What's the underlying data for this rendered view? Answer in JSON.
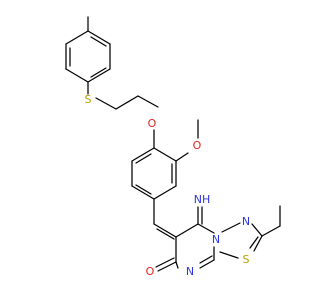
{
  "atoms": {
    "sulfur_thioether": {
      "label": "S",
      "color": "#b8a200"
    },
    "oxygen_ether": {
      "label": "O",
      "color": "#e2241d"
    },
    "oxygen_methoxy": {
      "label": "O",
      "color": "#e2241d"
    },
    "imine_nh": {
      "label": "NH",
      "color": "#2d35e6"
    },
    "nitrogen_ring_a": {
      "label": "N",
      "color": "#2d35e6"
    },
    "nitrogen_ring_b": {
      "label": "N",
      "color": "#2d35e6"
    },
    "nitrogen_ring_c": {
      "label": "N",
      "color": "#2d35e6"
    },
    "sulfur_thiadiazole": {
      "label": "S",
      "color": "#b8a200"
    },
    "oxygen_carbonyl": {
      "label": "O",
      "color": "#e2241d"
    }
  },
  "colors": {
    "bond": "#000000",
    "background": "#ffffff"
  }
}
